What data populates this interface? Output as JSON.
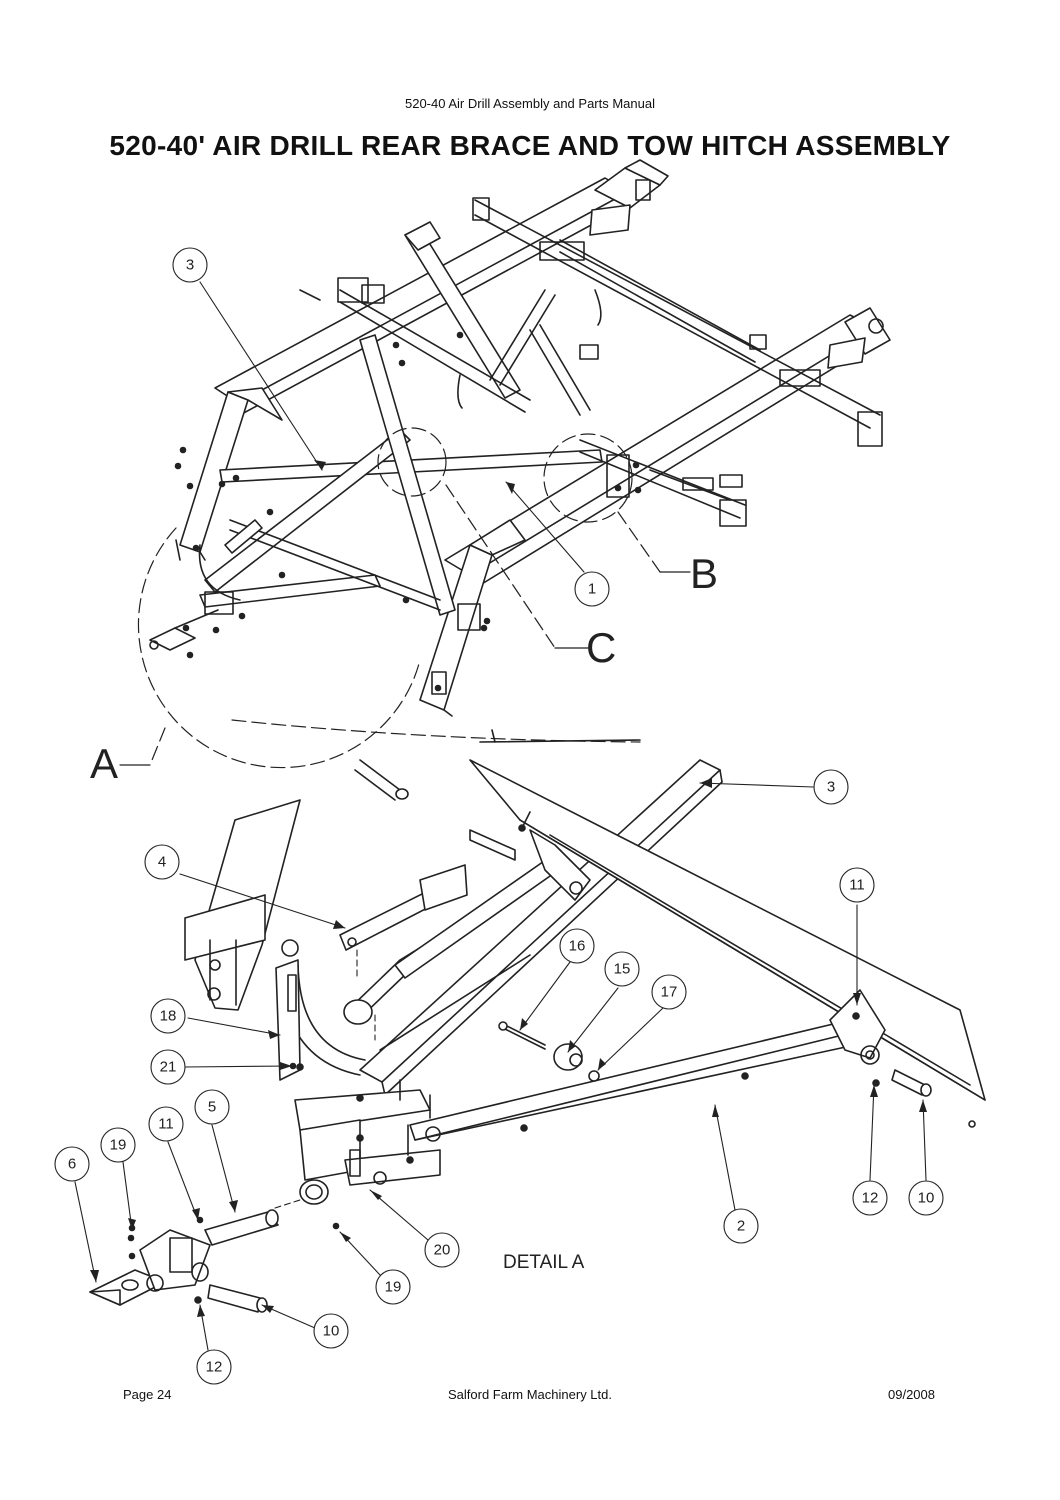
{
  "header": {
    "manual_title": "520-40 Air Drill Assembly and Parts Manual"
  },
  "page_title": "520-40' AIR DRILL REAR BRACE AND TOW HITCH ASSEMBLY",
  "views": {
    "a": "A",
    "b": "B",
    "c": "C"
  },
  "detail_label": "DETAIL A",
  "balloons": {
    "top": {
      "b3": "3",
      "b1": "1"
    },
    "detail": {
      "b3": "3",
      "b4": "4",
      "b11a": "11",
      "b16": "16",
      "b15": "15",
      "b17": "17",
      "b18": "18",
      "b21": "21",
      "b5": "5",
      "b11b": "11",
      "b19a": "19",
      "b6": "6",
      "b2": "2",
      "b12a": "12",
      "b10a": "10",
      "b20": "20",
      "b19b": "19",
      "b10b": "10",
      "b12b": "12"
    }
  },
  "footer": {
    "page": "Page 24",
    "company": "Salford Farm Machinery Ltd.",
    "date": "09/2008"
  }
}
